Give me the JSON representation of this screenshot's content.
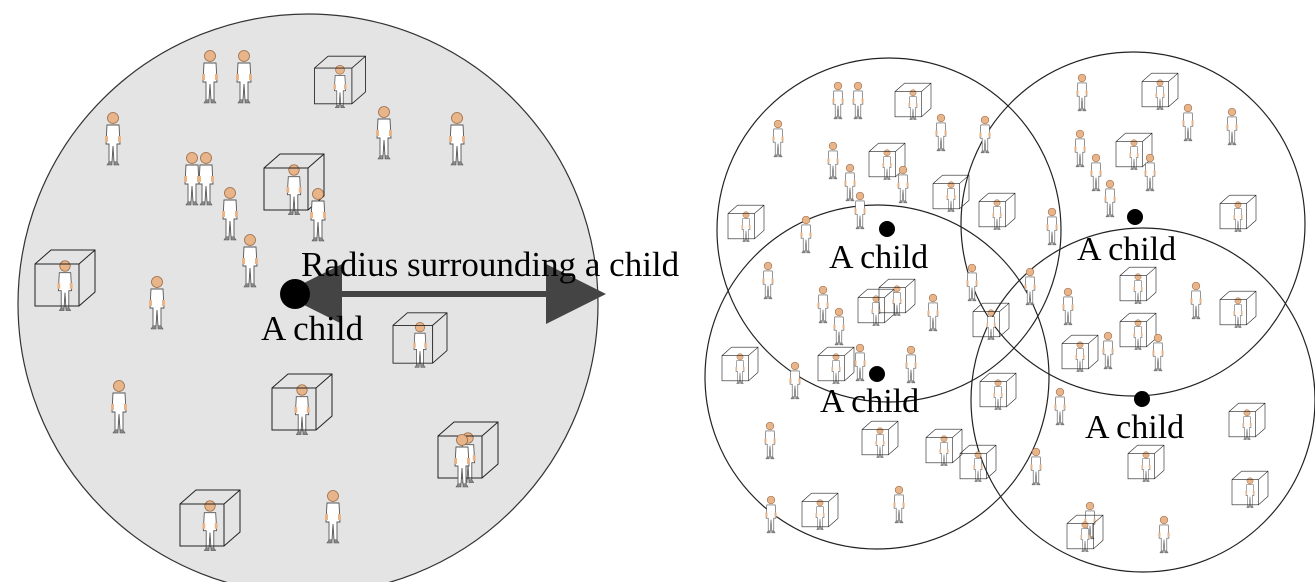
{
  "left_panel": {
    "radius_label": "Radius surrounding a child",
    "child_label": "A child",
    "fill_color": "#e4e4e4"
  },
  "right_panel": {
    "child_labels": [
      "A child",
      "A child",
      "A child",
      "A child"
    ]
  },
  "colors": {
    "outline": "#333333",
    "arrow": "#444444",
    "child_dot": "#000000",
    "person_skin": "#e8b48a",
    "person_body": "#ffffff"
  },
  "icons": [
    "person-icon",
    "boxed-person-icon",
    "child-dot-icon",
    "double-arrow-icon"
  ]
}
